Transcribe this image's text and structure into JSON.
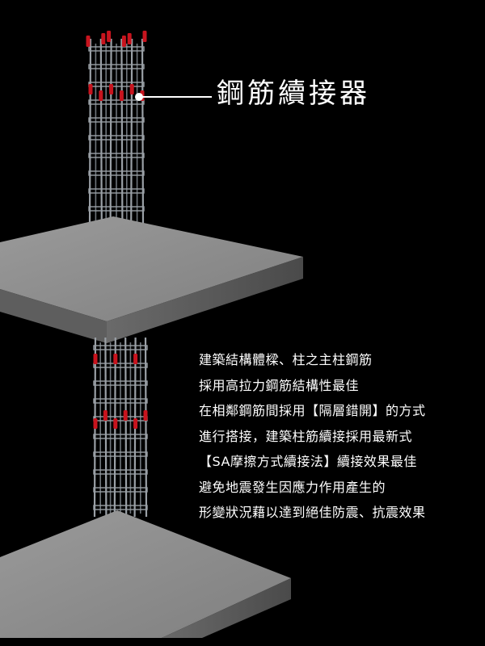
{
  "callout": {
    "title": "鋼筋續接器"
  },
  "description": [
    "建築結構體樑、柱之主柱鋼筋",
    "採用高拉力鋼筋結構性最佳",
    "在相鄰鋼筋間採用【隔層錯開】的方式",
    "進行搭接，建築柱筋續接採用最新式",
    "【SA摩擦方式續接法】續接效果最佳",
    "避免地震發生因應力作用產生的",
    "形變狀況藉以達到絕佳防震、抗震效果"
  ],
  "colors": {
    "background": "#000000",
    "slab_top": "#8d8d8d",
    "slab_side": "#5c5c5c",
    "rebar": "#9aa0a6",
    "coupler": "#c8141e",
    "text": "#ffffff"
  }
}
